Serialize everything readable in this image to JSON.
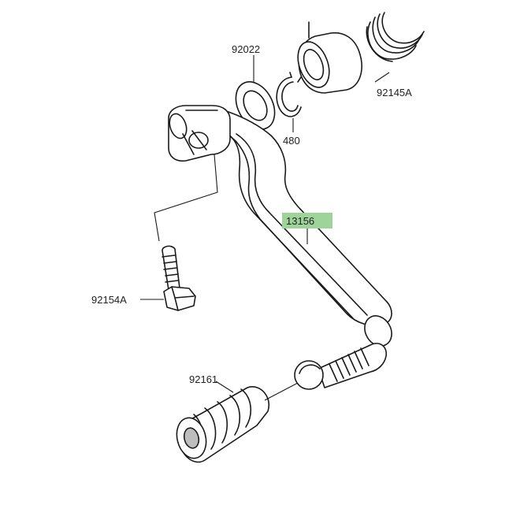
{
  "parts": [
    {
      "id": "p92022",
      "number": "92022",
      "name": "washer"
    },
    {
      "id": "p480",
      "number": "480",
      "name": "circlip"
    },
    {
      "id": "p92145A",
      "number": "92145A",
      "name": "spring"
    },
    {
      "id": "p13156",
      "number": "13156",
      "name": "shift-pedal-lever",
      "highlighted": true
    },
    {
      "id": "p92154A",
      "number": "92154A",
      "name": "bolt"
    },
    {
      "id": "p92161",
      "number": "92161",
      "name": "rubber-peg"
    }
  ],
  "colors": {
    "highlight": "#9ed49a",
    "line": "#1a1a1a",
    "shade": "#bdbdbd"
  }
}
